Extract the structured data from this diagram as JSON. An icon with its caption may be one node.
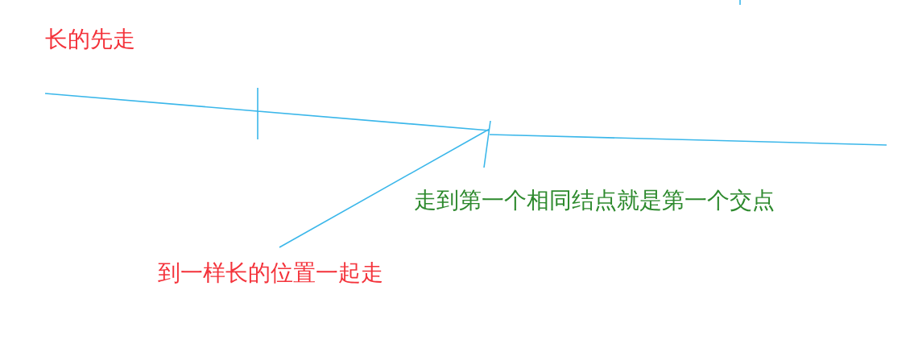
{
  "diagram": {
    "labels": [
      "长的先走",
      "走到第一个相同结点就是第一个交点",
      "到一样长的位置一起走"
    ]
  }
}
